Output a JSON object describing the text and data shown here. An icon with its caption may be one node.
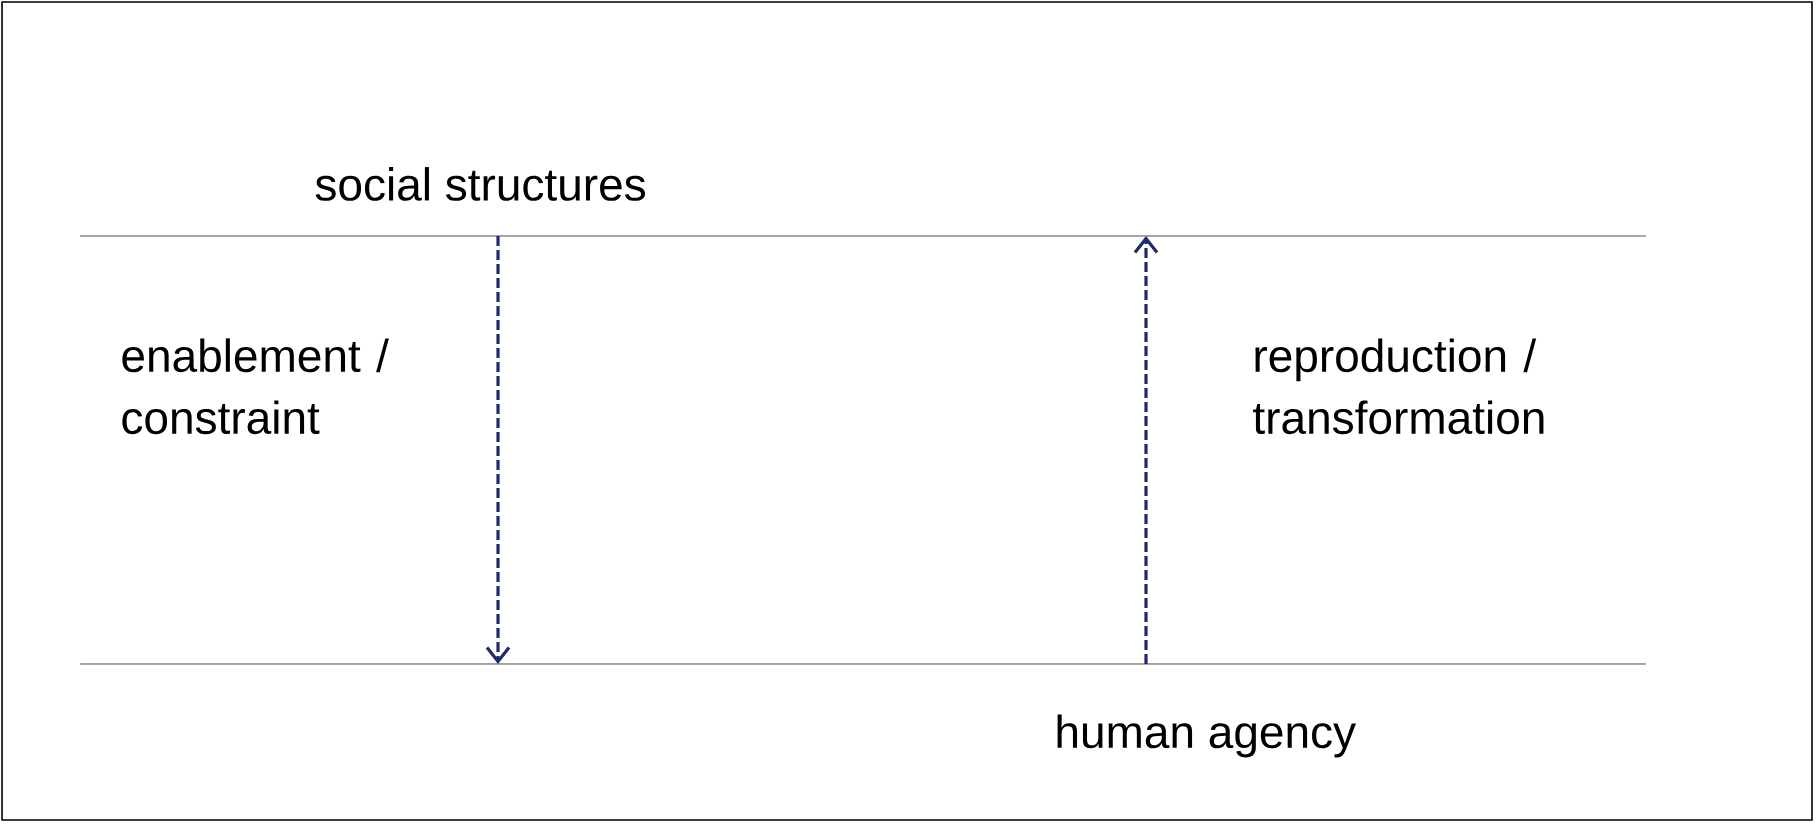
{
  "diagram": {
    "nodes": [
      {
        "text": [
          "social structures"
        ]
      },
      {
        "text": [
          "human agency"
        ]
      }
    ],
    "edges": [
      {
        "from": 0,
        "to": 1,
        "arrow": "to",
        "label": "enablement / constraint",
        "style": "dashed"
      },
      {
        "from": 1,
        "to": 0,
        "arrow": "to",
        "label": "reproduction / transformation",
        "style": "dashed"
      }
    ]
  }
}
